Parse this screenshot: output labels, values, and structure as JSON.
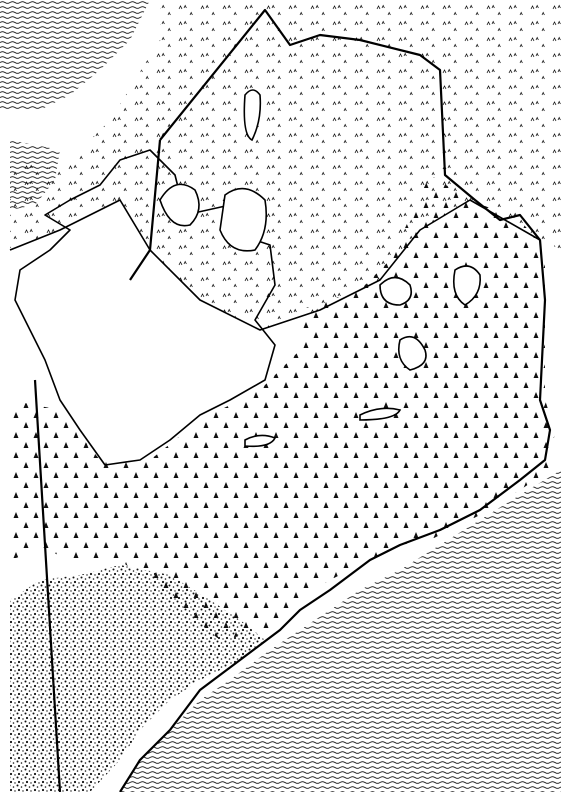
{
  "map": {
    "type": "vegetation-zone map",
    "labels": [],
    "colors": {
      "ink": "#111111",
      "paper": "#ffffff"
    },
    "regions": [
      {
        "id": "ocean",
        "pattern": "horizontal-wavy-lines"
      },
      {
        "id": "northern-hardwood-zone",
        "pattern": "small-tuft-marks"
      },
      {
        "id": "spruce-fir-zone",
        "pattern": "tree-symbols"
      },
      {
        "id": "western-mountain-zone",
        "pattern": "diamond-dots"
      },
      {
        "id": "southern-coastal-zone",
        "pattern": "dense-stipple"
      },
      {
        "id": "lakes",
        "pattern": "blank"
      }
    ]
  }
}
